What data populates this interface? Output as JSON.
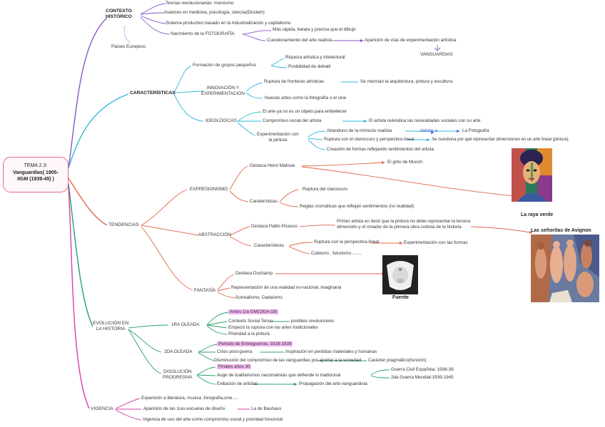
{
  "root": {
    "line1": "TEMA 2.3:",
    "line2": "Vanguardias( 1905-",
    "line3": "IIGM (1939-45) )"
  },
  "contexto": {
    "title1": "CONTEXTO",
    "title2": "HISTÓRICO",
    "paises": "Países Europeos",
    "items": [
      "Teorías revolucionarias: marxismo",
      "Avances en medicina, psicología, ciencia(Einstein)",
      "Sistema productivo basado en la industrialización y capitalismo",
      "Nacimiento de la FOTOGRAFÍA"
    ],
    "foto": {
      "a": "Más rápida, barata y precisa que el dibujo",
      "b": "Cuestionamiento del arte realista",
      "c": "Aparición de vías de experimentación artística",
      "d": "VANGUARDIAS"
    }
  },
  "caracteristicas": {
    "title": "CARACTERÍSTICAS",
    "grupos": "Formación de grupos pequeños",
    "grupos_items": [
      "Riqueza artística y intelectural",
      "Posibilidad de debatir"
    ],
    "innovacion1": "INNOVACIÓN Y",
    "innovacion2": "EXPERIMENTACIÓN",
    "ruptura": "Ruptura de fronteras artísticas",
    "ruptura_item": "Se mezclan la arquitectura, pintura y escultura",
    "nuevas": "Nuevas artes como la fotografía o el cine",
    "ideologicas": "IDEOLÓGICAS",
    "ideo_items": [
      "El arte ya no es un objeto para embellecer",
      "Compromiso social del artista"
    ],
    "compromiso_item": "El artista reivindica las necesidades sociales con su arte",
    "exp1": "Experimentación con",
    "exp2": "la pintura",
    "abandono": "Abandono de la mímesis realista",
    "debido": "debido a",
    "fotografia": "La Fotografía",
    "rup_clar": "Ruptura con el claroscuro y perspectiva lineal",
    "cuestiona": "Se cuestiona por qué representar dimensiones en un arte lineal (pintura)",
    "creacion": "Creación de formas reflejando sentimientos del artista"
  },
  "tendencias": {
    "title": "TENDENCIAS",
    "expresionismo": "EXPRESIONISMO",
    "matisse": "Destaca Henri Matisse",
    "grito": "El grito de Munch",
    "raya": "La raya verde",
    "exp_car": "Caraterísticas",
    "exp_car_items": [
      "Ruptura del claroscuro",
      "Reglas cromáticas que reflejan sentimientos (no realidad)"
    ],
    "abstraccion": "ABSTRACCIÓN",
    "picasso": "Destaca Pablo Picasso",
    "primer1": "Primer artista en decir que la pintura no debe representar la tercera",
    "primer2": "dimensión y el creador de la primera obra cubista de la historia",
    "senoritas": "Las señoritas de Avignon",
    "abs_car": "Características",
    "abs_rup": "Ruptura con la perspectiva lineal",
    "abs_formas": "Experimentación con las formas",
    "cubismo": "Cubismo , futurismo.........",
    "fantasia": "FANTASÍA",
    "duchamp": "Destaca Duchamp",
    "fuente": "Fuente",
    "fan_items": [
      "Representación de una realidad no-racional, imaginaria",
      "Surrealismo, Dadaísmo"
    ]
  },
  "evolucion": {
    "title1": "EVOLUCIÓN EN",
    "title2": "LA HISTORIA",
    "ola1": "1RA OLEADA",
    "ola1_hl": "Antes 1ra GM(1914-18)",
    "ola1_items": [
      "Contexto Social Tenso",
      "Empezó la ruptura con las artes tradicionales",
      "Prioridad a la pintura"
    ],
    "posibles": "posibles revoluciones",
    "ola2": "2DA OLEADA",
    "ola2_hl": "Período de Entreguerras, 1918-1939",
    "crisis": "Crisis post-guerra",
    "inspiracion": "Inspiración en perdidas materiales y humanas",
    "disminucion": "Disminución del compromiso de las vanguardias por aportar a la sociedad",
    "pragmatico": "Carácter pragmático(función)",
    "dis1": "DISOLUCIÓN",
    "dis2": "PROGRESIVA",
    "dis_hl": "Finales años 30",
    "auge": "Auge de toalitarismos nacionalistas que defiende lo tradicional",
    "guerra_civil": "Guerra Civil Española: 1936-39",
    "guerra_mundial": "2da Guerra Mundial:1939-1945",
    "exiliacion": "Exiliación de artistas",
    "propagacion": "Propagación del arte vanguardista"
  },
  "vigencia": {
    "title": "VIGENCIA",
    "items": [
      "Expansión a literatura, musica ,forografía,cine.....",
      "Aparición de las 1ras escuelas de diseño",
      "Vigencia de uso del arte como compromiso social y prioridad funcional"
    ],
    "bauhaus": "La de Bauhaus"
  }
}
